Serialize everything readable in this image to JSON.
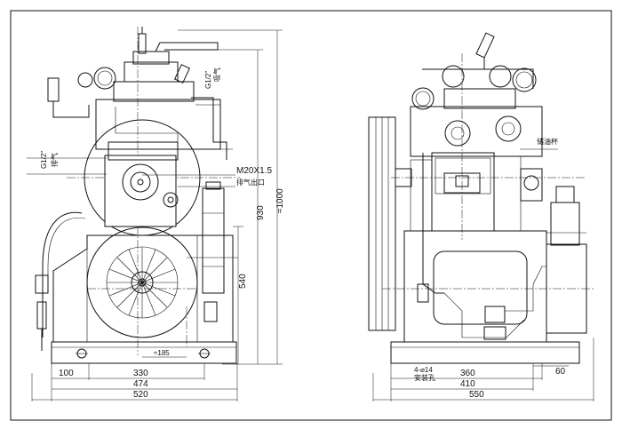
{
  "front_view": {
    "pipe_label_top": "G1/2\"",
    "pipe_label_top_sub": "吸气",
    "pipe_label_left": "G1/2\"",
    "pipe_label_left_sub": "排气",
    "thread_label": "M20X1.5",
    "exhaust_label": "排气出口",
    "dim_heights": [
      "930",
      "≈1000",
      "540"
    ],
    "dim_185": "≈185",
    "dim_widths": [
      "100",
      "330",
      "474",
      "520"
    ]
  },
  "side_view": {
    "oil_cup_label": "储油杯",
    "bolt_label": "4-⌀14",
    "bolt_sub": "安装孔",
    "dim_60": "60",
    "dim_widths": [
      "360",
      "410",
      "550"
    ]
  }
}
